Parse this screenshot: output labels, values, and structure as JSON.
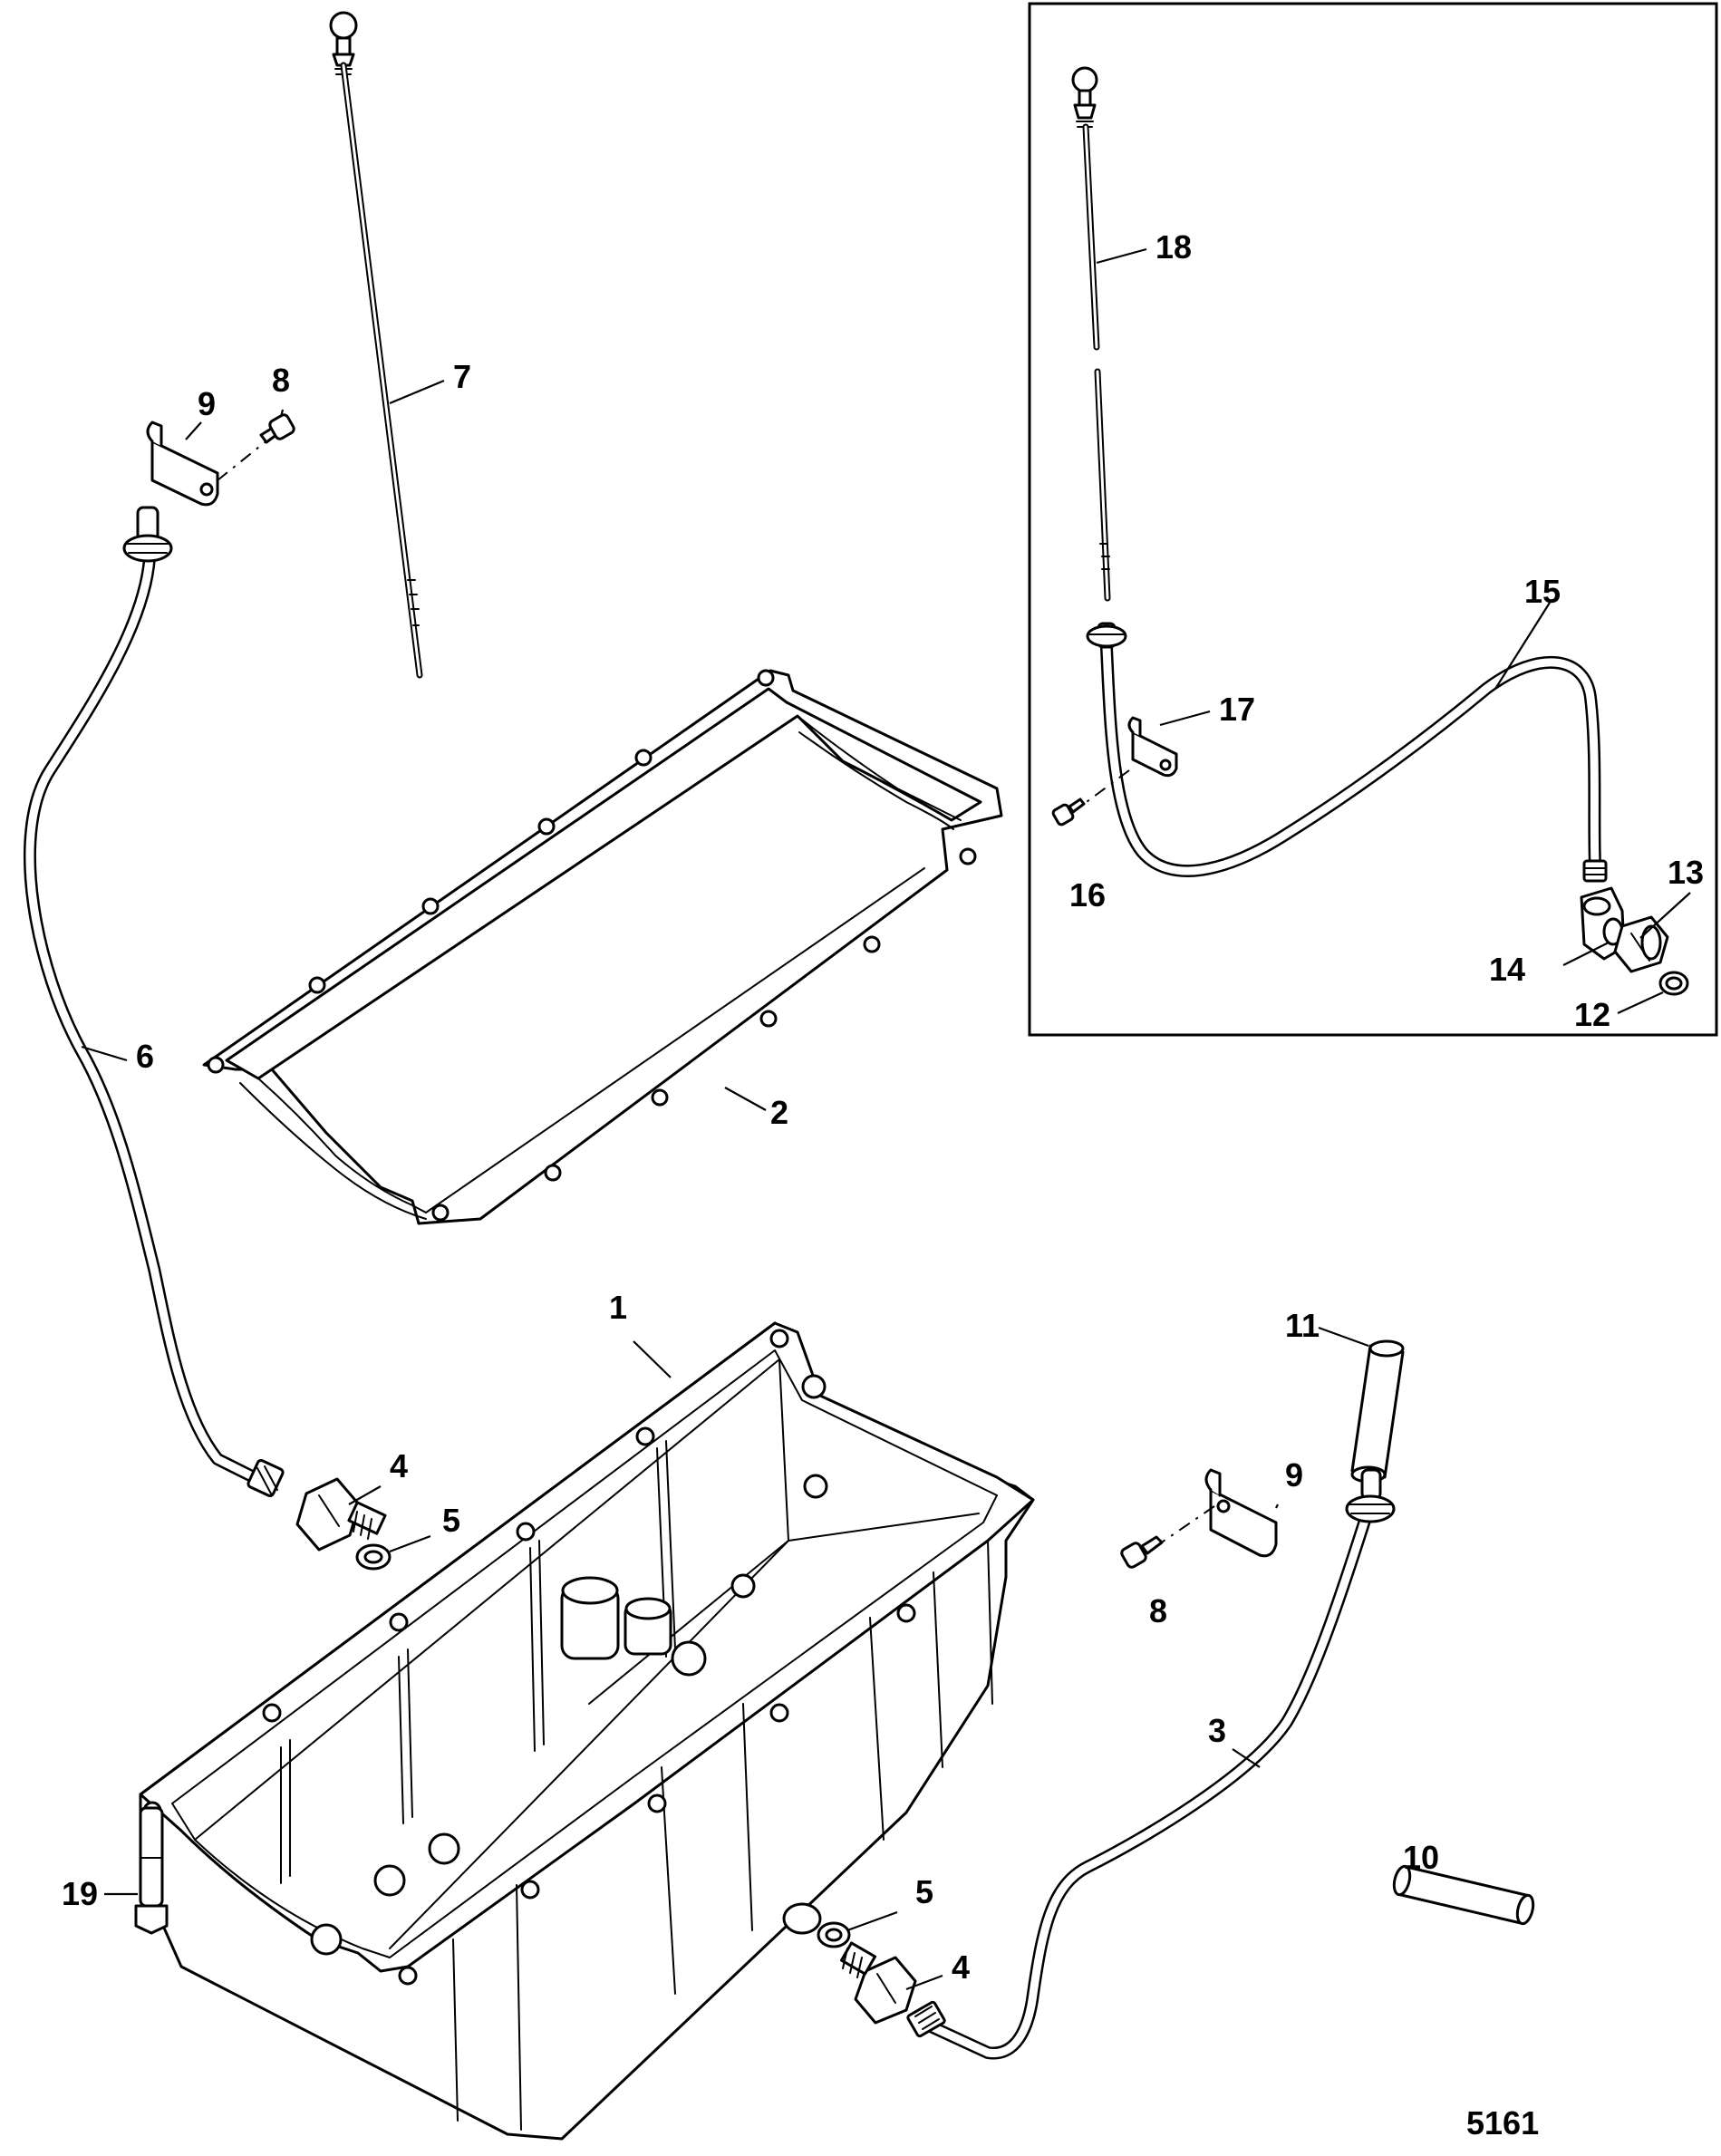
{
  "labels": {
    "l1": "1",
    "l2": "2",
    "l3": "3",
    "l4a": "4",
    "l4b": "4",
    "l5a": "5",
    "l5b": "5",
    "l6": "6",
    "l7": "7",
    "l8a": "8",
    "l8b": "8",
    "l9a": "9",
    "l9b": "9",
    "l10": "10",
    "l11": "11",
    "l12": "12",
    "l13": "13",
    "l14": "14",
    "l15": "15",
    "l16": "16",
    "l17": "17",
    "l18": "18",
    "l19": "19"
  },
  "figure_number": "5161"
}
